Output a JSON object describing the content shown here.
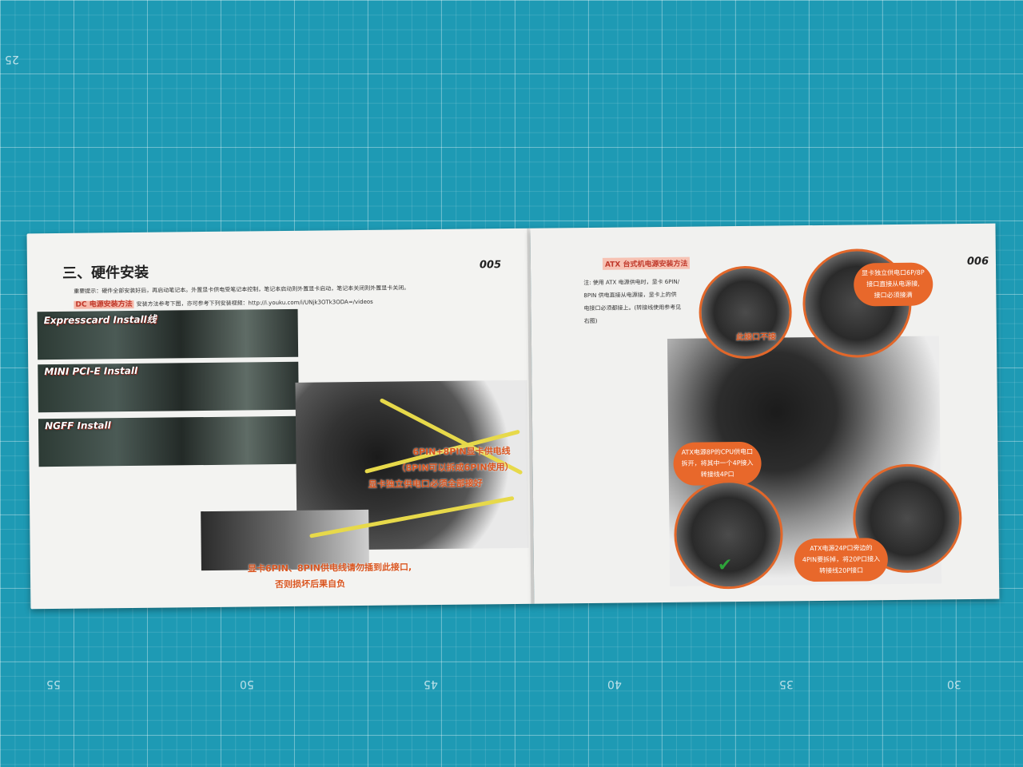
{
  "left_page": {
    "section_title": "三、硬件安装",
    "page_number": "005",
    "notice": "重要提示：硬件全部安装好后，再启动笔记本。外置显卡供电受笔记本控制，笔记本启动则外置显卡启动，笔记本关闭则外置显卡关闭。",
    "dc_title": "DC 电源安装方法",
    "dc_desc": "安装方法参考下图，亦可参考下列安装视频：http://i.youku.com/i/UNjk3OTk3ODA=/videos",
    "strips": [
      {
        "label": "Expresscard Install线"
      },
      {
        "label": "MINI PCI-E Install"
      },
      {
        "label": "NGFF Install"
      }
    ],
    "cable_label_1": "6PIN+8PIN显卡供电线",
    "cable_label_2": "（8PIN可以拆成6PIN使用）",
    "cable_label_3": "显卡独立供电口必须全部接好",
    "warning_1": "显卡6PIN、8PIN供电线请勿插到此接口,",
    "warning_2": "否则损坏后果自负"
  },
  "right_page": {
    "page_number": "006",
    "atx_title": "ATX 台式机电源安装方法",
    "note_1": "注: 使用 ATX 电源供电时，显卡 6PIN/",
    "note_2": "8PIN 供电直接从电源接，显卡上的供",
    "note_3": "电接口必须都接上。(转接线使用参考见",
    "note_4": "右图)",
    "label_no_connect": "此接口不接",
    "bubble_top_1": "显卡独立供电口6P/8P",
    "bubble_top_2": "接口直接从电源接,",
    "bubble_top_3": "接口必须接满",
    "bubble_mid_1": "ATX电源8P的CPU供电口",
    "bubble_mid_2": "拆开，将其中一个4P接入",
    "bubble_mid_3": "转接线4P口",
    "bubble_bot_1": "ATX电源24P口旁边的",
    "bubble_bot_2": "4PIN要拆掉，将20P口接入",
    "bubble_bot_3": "转接线20P接口"
  },
  "mat_ruler": [
    "25",
    "55",
    "50",
    "45",
    "40",
    "35",
    "30"
  ],
  "colors": {
    "mat": "#1e9ab4",
    "accent": "#e8682b",
    "highlight_red": "#c0392b"
  }
}
